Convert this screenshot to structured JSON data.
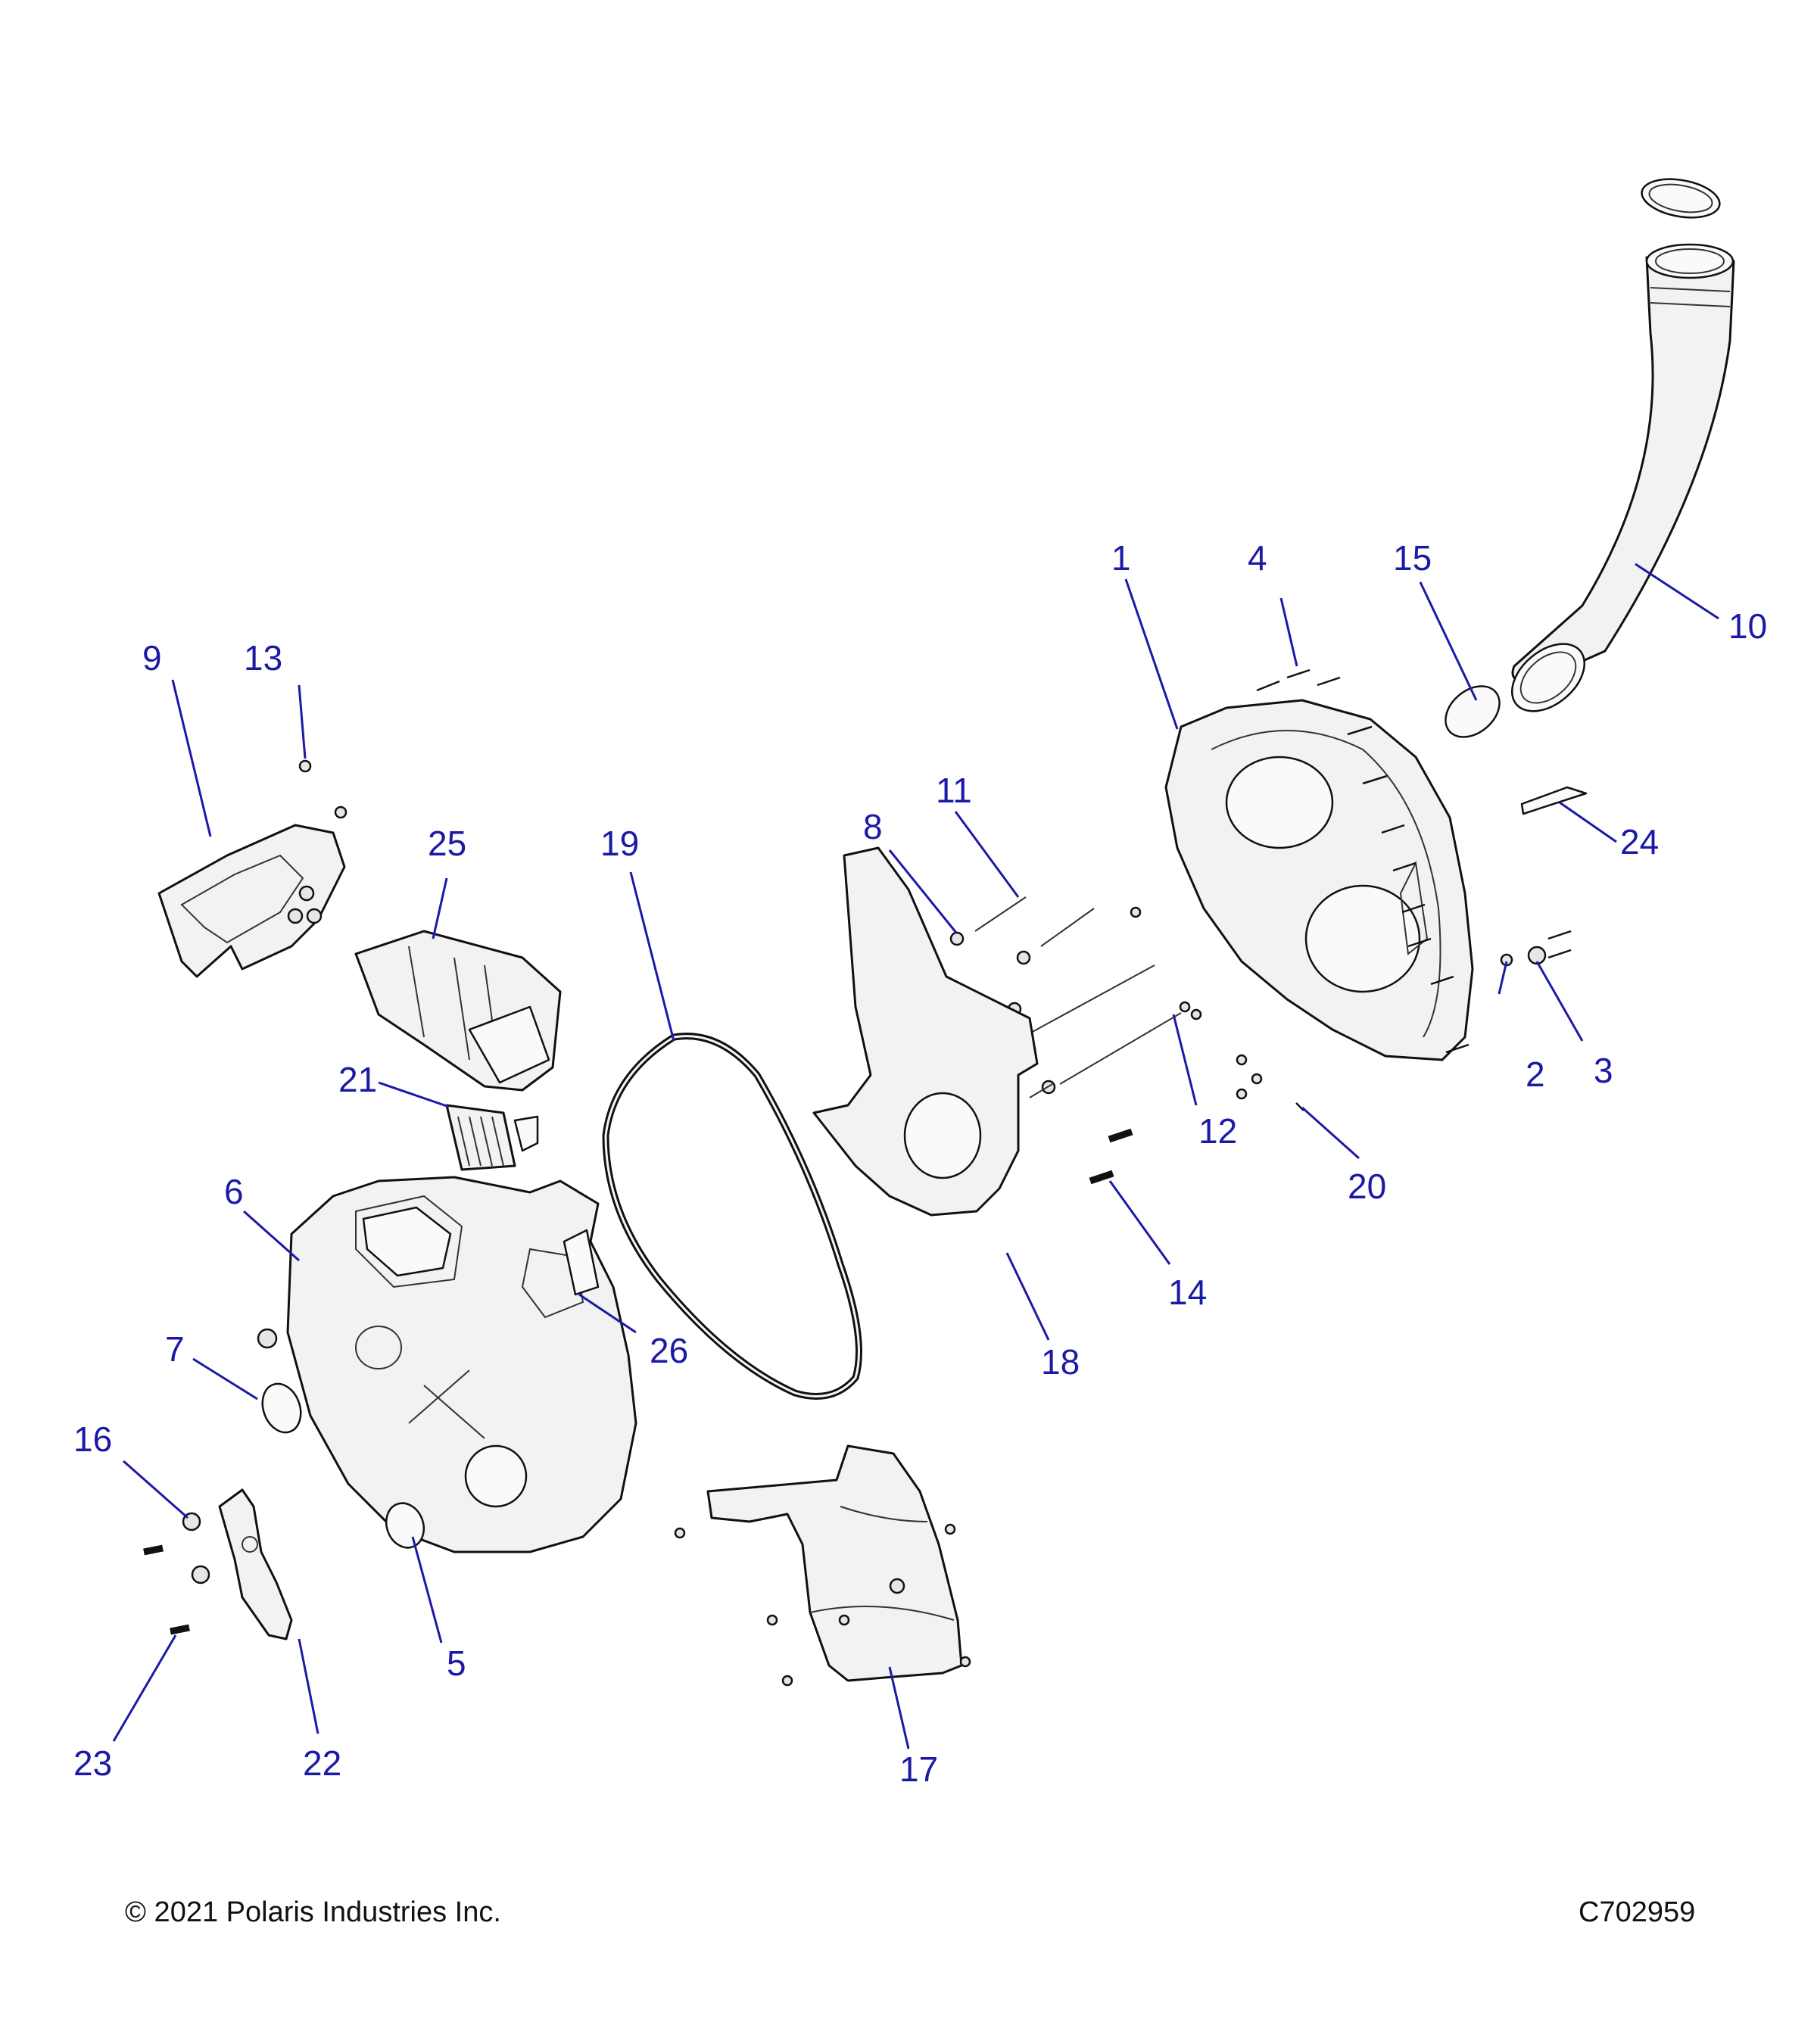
{
  "callouts": {
    "c1": "1",
    "c2": "2",
    "c3": "3",
    "c4": "4",
    "c5": "5",
    "c6": "6",
    "c7": "7",
    "c8": "8",
    "c9": "9",
    "c10": "10",
    "c11": "11",
    "c12": "12",
    "c13": "13",
    "c14": "14",
    "c15": "15",
    "c16": "16",
    "c17": "17",
    "c18": "18",
    "c19": "19",
    "c20": "20",
    "c21": "21",
    "c22": "22",
    "c23": "23",
    "c24": "24",
    "c25": "25",
    "c26": "26"
  },
  "footer": {
    "copyright": "© 2021 Polaris Industries Inc.",
    "drawing_id": "C702959"
  },
  "colors": {
    "callout": "#1a1aa6",
    "line_art": "#111111"
  }
}
